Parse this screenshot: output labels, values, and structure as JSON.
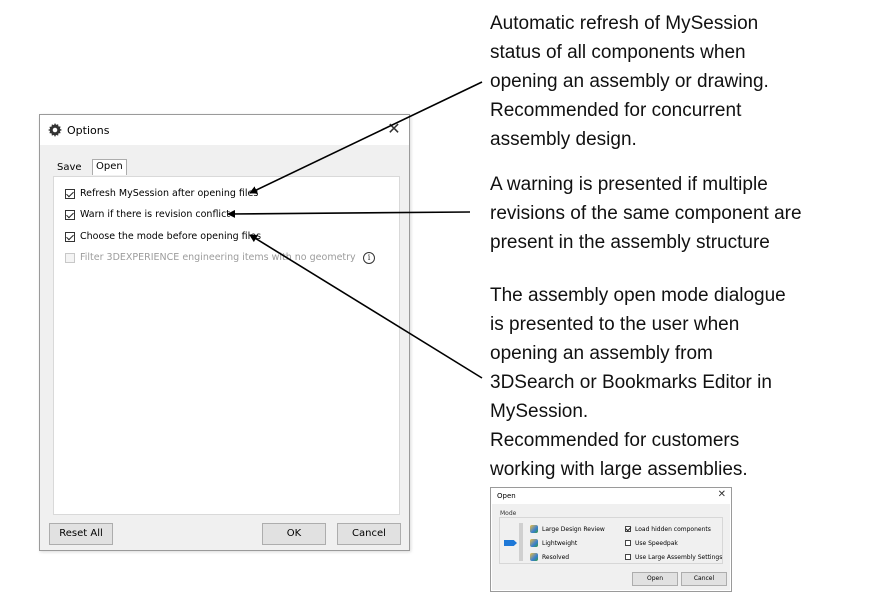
{
  "options_dialog": {
    "title": "Options",
    "tabs": [
      {
        "label": "Save",
        "active": false
      },
      {
        "label": "Open",
        "active": true
      }
    ],
    "options": [
      {
        "label": "Refresh MySession after opening files",
        "checked": true,
        "enabled": true
      },
      {
        "label": "Warn if there is revision conflict",
        "checked": true,
        "enabled": true
      },
      {
        "label": "Choose the mode before opening files",
        "checked": true,
        "enabled": true
      },
      {
        "label": "Filter 3DEXPERIENCE engineering items with no geometry",
        "checked": false,
        "enabled": false
      }
    ],
    "info_icon": "info-icon",
    "buttons": {
      "reset_all": "Reset All",
      "ok": "OK",
      "cancel": "Cancel"
    }
  },
  "annotations": [
    {
      "lines": [
        "Automatic refresh of MySession",
        "status of all components when",
        "opening an assembly or drawing.",
        "Recommended for concurrent",
        "assembly design."
      ]
    },
    {
      "lines": [
        "A warning is presented if multiple",
        "revisions of the same component are",
        "present in the assembly structure"
      ]
    },
    {
      "lines": [
        "The assembly open mode dialogue",
        "is presented to the user when",
        "opening an assembly from",
        "3DSearch or Bookmarks Editor in",
        "MySession.",
        "Recommended for customers",
        "working with large assemblies."
      ]
    }
  ],
  "open_dialog": {
    "title": "Open",
    "mode_label": "Mode",
    "modes": [
      {
        "label": "Large Design Review",
        "selected": false
      },
      {
        "label": "Lightweight",
        "selected": true
      },
      {
        "label": "Resolved",
        "selected": false
      }
    ],
    "options": [
      {
        "label": "Load hidden components",
        "checked": true
      },
      {
        "label": "Use Speedpak",
        "checked": false
      },
      {
        "label": "Use Large Assembly Settings",
        "checked": false
      }
    ],
    "buttons": {
      "open": "Open",
      "cancel": "Cancel"
    }
  },
  "colors": {
    "accent": "#1e78d7",
    "dialog_bg": "#f0f0f0",
    "button_bg": "#e1e1e1"
  }
}
